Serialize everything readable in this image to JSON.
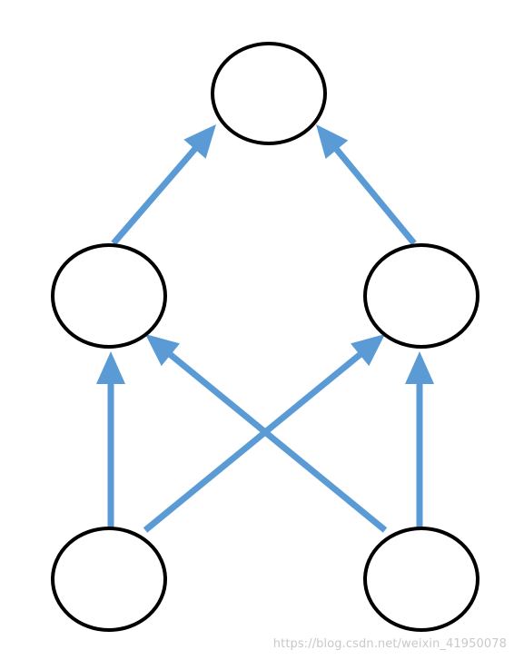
{
  "diagram": {
    "type": "neural-network-graph",
    "edge_color": "#5b9bd5",
    "node_stroke_color": "#000000",
    "node_fill_color": "#ffffff",
    "nodes": [
      {
        "id": "top",
        "layer": "output"
      },
      {
        "id": "mid-left",
        "layer": "hidden"
      },
      {
        "id": "mid-right",
        "layer": "hidden"
      },
      {
        "id": "bottom-left",
        "layer": "input"
      },
      {
        "id": "bottom-right",
        "layer": "input"
      }
    ],
    "edges": [
      {
        "from": "mid-left",
        "to": "top"
      },
      {
        "from": "mid-right",
        "to": "top"
      },
      {
        "from": "bottom-left",
        "to": "mid-left"
      },
      {
        "from": "bottom-left",
        "to": "mid-right"
      },
      {
        "from": "bottom-right",
        "to": "mid-left"
      },
      {
        "from": "bottom-right",
        "to": "mid-right"
      }
    ]
  },
  "watermark": {
    "text": "https://blog.csdn.net/weixin_41950078"
  }
}
